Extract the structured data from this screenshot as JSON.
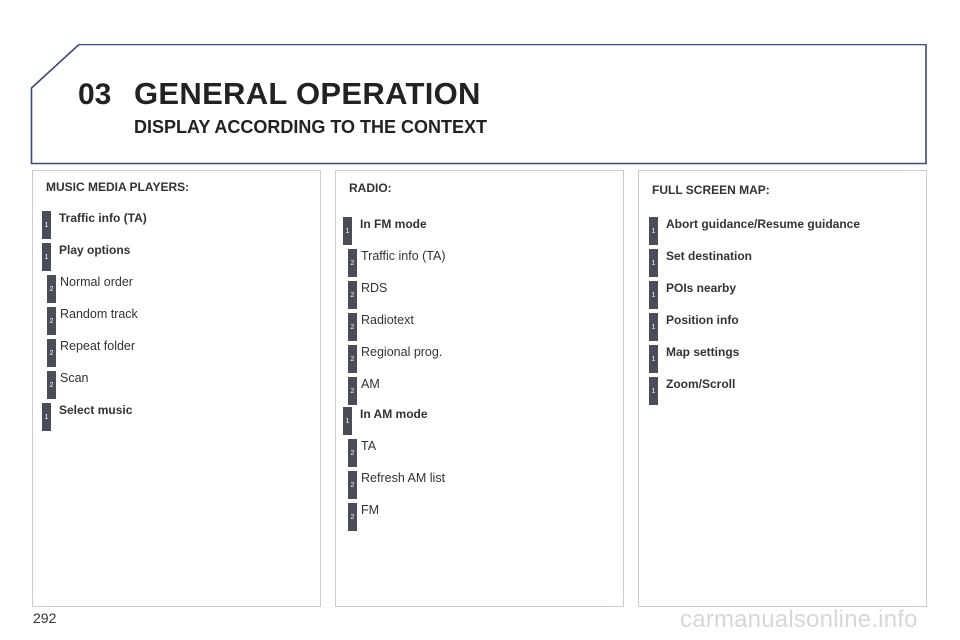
{
  "header": {
    "chapter": "03",
    "title": "GENERAL OPERATION",
    "subtitle": "DISPLAY ACCORDING TO THE CONTEXT"
  },
  "columns": [
    {
      "heading": "MUSIC MEDIA PLAYERS:",
      "items": [
        {
          "level": "1",
          "label": "Traffic info (TA)",
          "bold": true
        },
        {
          "level": "1",
          "label": "Play options",
          "bold": true
        },
        {
          "level": "2",
          "label": "Normal order",
          "bold": false
        },
        {
          "level": "2",
          "label": "Random track",
          "bold": false
        },
        {
          "level": "2",
          "label": "Repeat folder",
          "bold": false
        },
        {
          "level": "2",
          "label": "Scan",
          "bold": false
        },
        {
          "level": "1",
          "label": "Select music",
          "bold": true
        }
      ]
    },
    {
      "heading": "RADIO:",
      "items": [
        {
          "level": "1",
          "label": "In FM mode",
          "bold": true
        },
        {
          "level": "2",
          "label": "Traffic info (TA)",
          "bold": false
        },
        {
          "level": "2",
          "label": "RDS",
          "bold": false
        },
        {
          "level": "2",
          "label": "Radiotext",
          "bold": false
        },
        {
          "level": "2",
          "label": "Regional prog.",
          "bold": false
        },
        {
          "level": "2",
          "label": "AM",
          "bold": false
        },
        {
          "level": "1",
          "label": "In AM mode",
          "bold": true
        },
        {
          "level": "2",
          "label": "TA",
          "bold": false
        },
        {
          "level": "2",
          "label": "Refresh AM list",
          "bold": false
        },
        {
          "level": "2",
          "label": "FM",
          "bold": false
        }
      ]
    },
    {
      "heading": "FULL SCREEN MAP:",
      "items": [
        {
          "level": "1",
          "label": "Abort guidance/Resume guidance",
          "bold": true
        },
        {
          "level": "1",
          "label": "Set destination",
          "bold": true
        },
        {
          "level": "1",
          "label": "POIs nearby",
          "bold": true
        },
        {
          "level": "1",
          "label": "Position info",
          "bold": true
        },
        {
          "level": "1",
          "label": "Map settings",
          "bold": true
        },
        {
          "level": "1",
          "label": "Zoom/Scroll",
          "bold": true
        }
      ]
    }
  ],
  "footer": {
    "page_number": "292",
    "watermark": "carmanualsonline.info"
  }
}
